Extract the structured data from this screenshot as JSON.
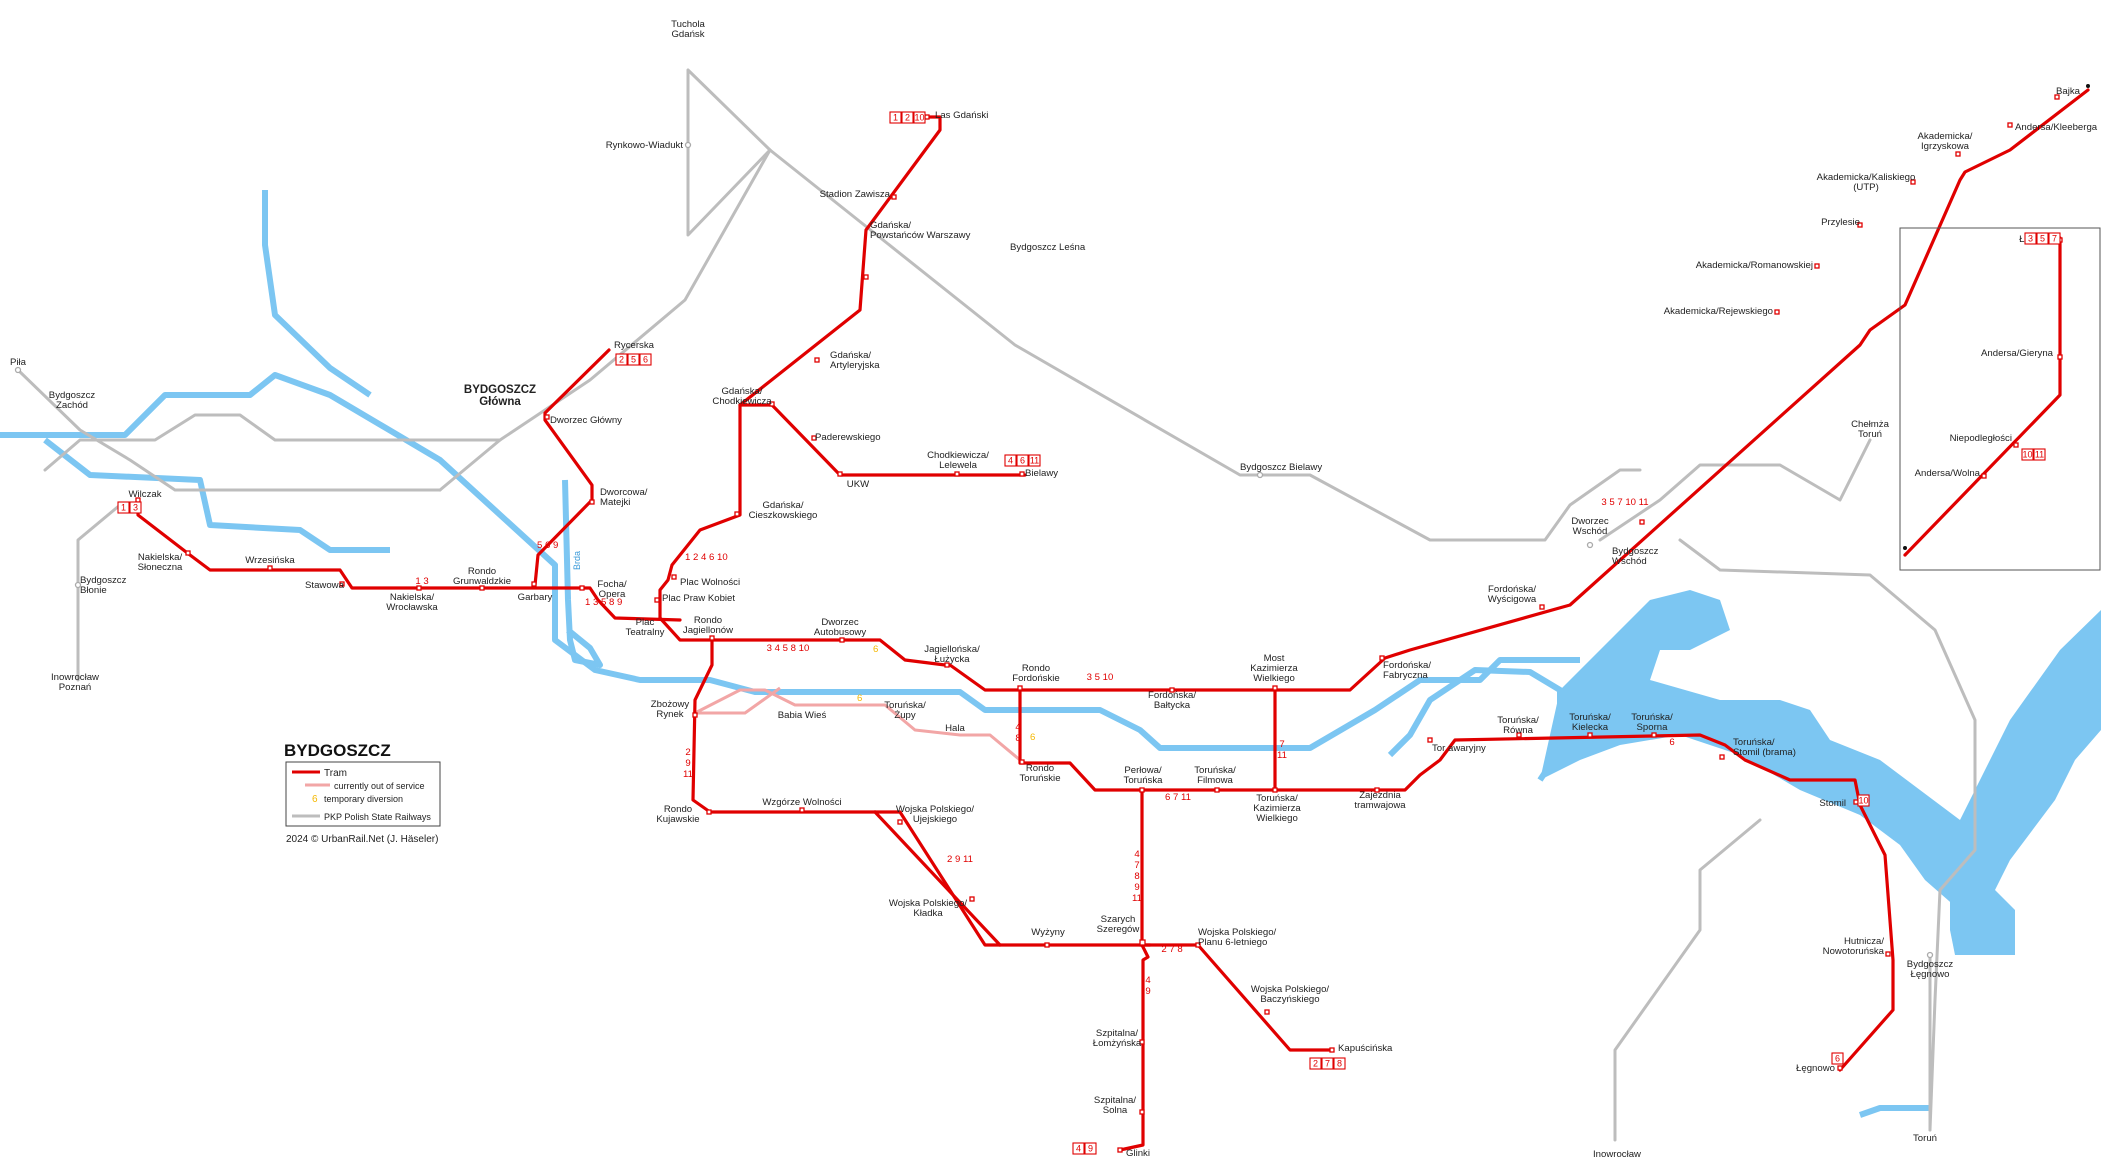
{
  "title": "BYDGOSZCZ",
  "copyright": "2024 © UrbanRail.Net (J. Häseler)",
  "legend": [
    {
      "key": "tram",
      "label": "Tram"
    },
    {
      "key": "out",
      "label": "currently out of service"
    },
    {
      "key": "diversion",
      "label": "temporary diversion"
    },
    {
      "key": "pkp",
      "label": "PKP Polish State Railways"
    }
  ],
  "colors": {
    "tram": "#e00000",
    "out_of_service": "#f2a6a6",
    "diversion": "#f5b800",
    "rail": "#bdbdbd",
    "water": "#7cc6f2"
  },
  "river_label": "Brda",
  "rail_labels": {
    "pila": "Piła",
    "zachod": "Bydgoszcz\nZachód",
    "blonie": "Bydgoszcz\nBłonie",
    "inowroclaw_poznan": "Inowrocław\nPoznań",
    "tuchola": "Tuchola\nGdańsk",
    "rynkowo": "Rynkowo-Wiadukt",
    "lesna": "Bydgoszcz Leśna",
    "bielawy": "Bydgoszcz Bielawy",
    "chelmza": "Chełmża\nToruń",
    "wschod": "Bydgoszcz\nWschód",
    "legnowo_rail": "Bydgoszcz\nŁęgnowo",
    "inowroclaw": "Inowrocław",
    "torun": "Toruń",
    "glowna": "BYDGOSZCZ\nGłówna"
  },
  "stations": {
    "wilczak": "Wilczak",
    "nakielska_sloneczna": "Nakielska/\nSłoneczna",
    "wrzesinska": "Wrzesińska",
    "stawowa": "Stawowa",
    "nakielska_wroclawska": "Nakielska/\nWrocławska",
    "rondo_grunwaldzkie": "Rondo\nGrunwaldzkie",
    "garbary": "Garbary",
    "focha_opera": "Focha/\nOpera",
    "plac_teatralny": "Plac\nTeatralny",
    "dworzec_glowny": "Dworzec Główny",
    "rycerska": "Rycerska",
    "dworcowa_matejki": "Dworcowa/\nMatejki",
    "plac_wolnosci": "Plac Wolności",
    "plac_praw_kobiet": "Plac Praw Kobiet",
    "rondo_jagiellonow": "Rondo\nJagiellonów",
    "gdanska_cieszkowskiego": "Gdańska/\nCieszkowskiego",
    "gdanska_chodkiewicza": "Gdańska/\nChodkiewicza",
    "paderewskiego": "Paderewskiego",
    "ukw": "UKW",
    "chodkiewicza_lelewela": "Chodkiewicza/\nLelewela",
    "bielawy": "Bielawy",
    "gdanska_artyleryjska": "Gdańska/\nArtyleryjska",
    "gdanska_powstancow": "Gdańska/\nPowstańców Warszawy",
    "stadion_zawisza": "Stadion Zawisza",
    "las_gdanski": "Las Gdański",
    "dworzec_autobusowy": "Dworzec\nAutobusowy",
    "jagiellonska_luzycka": "Jagiellońska/\nŁużycka",
    "rondo_fordonskie": "Rondo\nFordońskie",
    "fordonska_baltycka": "Fordońska/\nBałtycka",
    "most_kazimierza": "Most\nKazimierza\nWielkiego",
    "fordonska_fabryczna": "Fordońska/\nFabryczna",
    "fordonska_wyscigowa": "Fordońska/\nWyścigowa",
    "dworzec_wschod": "Dworzec\nWschód",
    "akademicka_rejewskiego": "Akademicka/Rejewskiego",
    "akademicka_romanowskiej": "Akademicka/Romanowskiej",
    "przylesie": "Przylesie",
    "akademicka_kaliskiego": "Akademicka/Kaliskiego\n(UTP)",
    "akademicka_igrzyskowa": "Akademicka/\nIgrzyskowa",
    "andersa_kleeberga": "Andersa/Kleeberga",
    "bajka": "Bajka",
    "zbozowy_rynek": "Zbożowy\nRynek",
    "babia_wies": "Babia Wieś",
    "torunska_zupy": "Toruńska/\nŻupy",
    "hala": "Hala",
    "rondo_torunskie": "Rondo\nToruńskie",
    "perlowa_torunska": "Perłowa/\nToruńska",
    "torunska_filmowa": "Toruńska/\nFilmowa",
    "torunska_kazimierza": "Toruńska/\nKazimierza\nWielkiego",
    "zajezdnia": "Zajezdnia\ntramwajowa",
    "tor_awaryjny": "Tor awaryjny",
    "torunska_rowna": "Toruńska/\nRówna",
    "torunska_kielecka": "Toruńska/\nKielecka",
    "torunska_sporna": "Toruńska/\nSporna",
    "torunska_stomil": "Toruńska/\nStomil (brama)",
    "stomil": "Stomil",
    "hutnicza": "Hutnicza/\nNowotoruńska",
    "legnowo": "Łęgnowo",
    "rondo_kujawskie": "Rondo\nKujawskie",
    "wzgorze_wolnosci": "Wzgórze Wolności",
    "wp_ujejskiego": "Wojska Polskiego/\nUjejskiego",
    "wp_kladka": "Wojska Polskiego/\nKładka",
    "wyzyny": "Wyżyny",
    "szarych_szeregow": "Szarych\nSzeregów",
    "wp_planu": "Wojska Polskiego/\nPlanu 6-letniego",
    "wp_baczynskiego": "Wojska Polskiego/\nBaczyńskiego",
    "kapuscinska": "Kapuścińska",
    "szpitalna_lomzynska": "Szpitalna/\nŁomżyńska",
    "szpitalna_solna": "Szpitalna/\nSolna",
    "glinki": "Glinki",
    "loskon": "Łoskoń",
    "andersa_gieryna": "Andersa/Gieryna",
    "niepodleglosci": "Niepodległości",
    "andersa_wolna": "Andersa/Wolna"
  },
  "line_numbers": {
    "nakielska": "1  3",
    "plac_left": "1  3  5  8  9",
    "dworcowa": "5  6  9",
    "gdanska": "1  2  4  6  10",
    "jagiellonska": "3  4  5  8  10",
    "diversion_num": "6",
    "fordonska": "3  5  10",
    "rondo_torunskie": "4\n8",
    "wp_left": "2\n9\n11",
    "wp_kladka": "2  9  11",
    "szarych_up": "4\n7\n8\n9\n11",
    "torunska_mid": "6  7  11",
    "szarych_right": "2  7  8",
    "szarych_down": "4\n9",
    "kazimierza": "7\n11",
    "stomil_row": "6",
    "wschod_col": "3  5  7  10  11",
    "diversion_hala": "6",
    "diversion_rondo": "6"
  },
  "badges": {
    "wilczak": [
      "1",
      "3"
    ],
    "rycerska": [
      "2",
      "5",
      "6"
    ],
    "las_gdanski": [
      "1",
      "2",
      "10"
    ],
    "bielawy": [
      "4",
      "6",
      "11"
    ],
    "kapuscinska": [
      "2",
      "7",
      "8"
    ],
    "glinki": [
      "4",
      "9"
    ],
    "legnowo": [
      "6"
    ],
    "stomil": [
      "10"
    ],
    "loskon": [
      "3",
      "5",
      "7"
    ],
    "andersa_wolna": [
      "10",
      "11"
    ]
  }
}
